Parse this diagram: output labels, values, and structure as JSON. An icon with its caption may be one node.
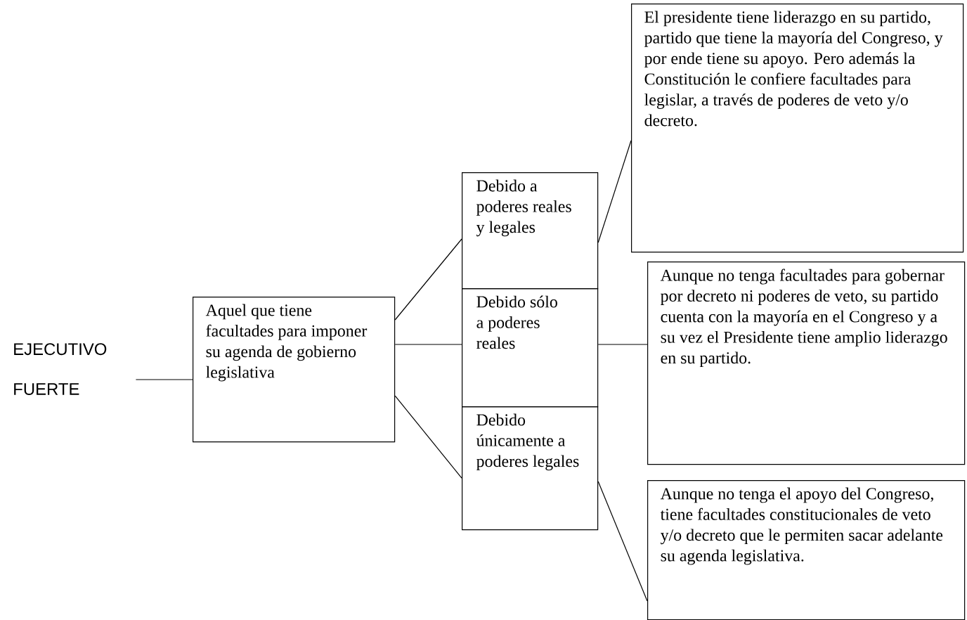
{
  "diagram": {
    "nodes": [
      {
        "text": [
          "EJECUTIVO FUERTE"
        ]
      },
      {
        "text": [
          "Aquel que tiene facultades para imponer su agenda de gobierno legislativa"
        ]
      },
      {
        "text": [
          "Debido a poderes reales y legales"
        ]
      },
      {
        "text": [
          "Debido sólo a poderes reales"
        ]
      },
      {
        "text": [
          "Debido únicamente a poderes legales"
        ]
      },
      {
        "text": [
          "El presidente tiene liderazgo en su partido, partido que tiene la mayoría del Congreso, y por ende tiene su apoyo. Pero además la Constitución le confiere facultades para legislar, a través de poderes de veto y/o decreto."
        ]
      },
      {
        "text": [
          "Aunque no tenga facultades para gobernar por decreto ni poderes de veto, su partido cuenta con la mayoría en el Congreso y a su vez el Presidente tiene amplio liderazgo en su partido."
        ]
      },
      {
        "text": [
          "Aunque no tenga el apoyo del Congreso, tiene facultades constitucionales  de veto y/o decreto que le permiten sacar adelante su agenda legislativa."
        ]
      }
    ],
    "edges": [
      {
        "from": 0,
        "to": 1,
        "arrow": "none"
      },
      {
        "from": 1,
        "to": 2,
        "arrow": "none"
      },
      {
        "from": 1,
        "to": 3,
        "arrow": "none"
      },
      {
        "from": 1,
        "to": 4,
        "arrow": "none"
      },
      {
        "from": 2,
        "to": 5,
        "arrow": "none"
      },
      {
        "from": 3,
        "to": 6,
        "arrow": "none"
      },
      {
        "from": 4,
        "to": 7,
        "arrow": "none"
      }
    ]
  }
}
